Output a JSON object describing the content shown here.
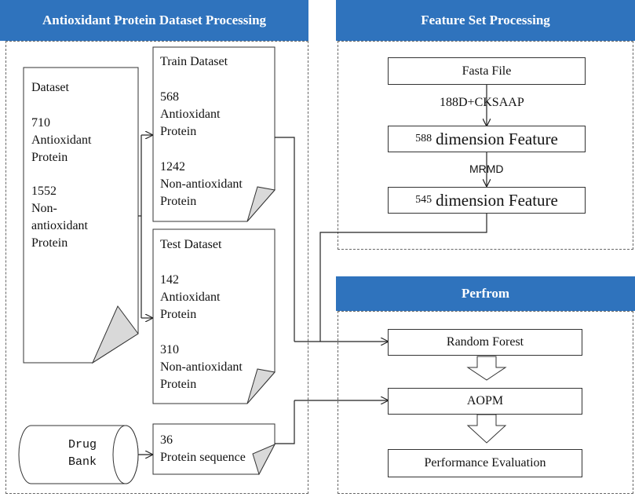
{
  "panels": {
    "left_title": "Antioxidant Protein Dataset Processing",
    "feature_title": "Feature Set Processing",
    "perform_title": "Perfrom"
  },
  "dataset": {
    "heading": "Dataset",
    "pos_count": "710",
    "pos_label": "Antioxidant\nProtein",
    "neg_count": "1552",
    "neg_label": "Non-\nantioxidant\nProtein"
  },
  "train": {
    "heading": "Train Dataset",
    "pos_count": "568",
    "pos_label": "Antioxidant\nProtein",
    "neg_count": "1242",
    "neg_label": "Non-antioxidant\nProtein"
  },
  "test": {
    "heading": "Test Dataset",
    "pos_count": "142",
    "pos_label": "Antioxidant\nProtein",
    "neg_count": "310",
    "neg_label": "Non-antioxidant\nProtein"
  },
  "drugbank": {
    "label": "Drug\nBank",
    "seq_count": "36",
    "seq_label": "Protein sequence"
  },
  "features": {
    "fasta": "Fasta File",
    "method1": "188D+CKSAAP",
    "dim1_num": "588",
    "dim1_text": "dimension Feature",
    "method2": "MRMD",
    "dim2_num": "545",
    "dim2_text": "dimension Feature"
  },
  "perform": {
    "rf": "Random Forest",
    "aopm": "AOPM",
    "eval": "Performance Evaluation"
  },
  "colors": {
    "header_blue": "#2f73bd",
    "fold_gray": "#d9d9d9"
  }
}
